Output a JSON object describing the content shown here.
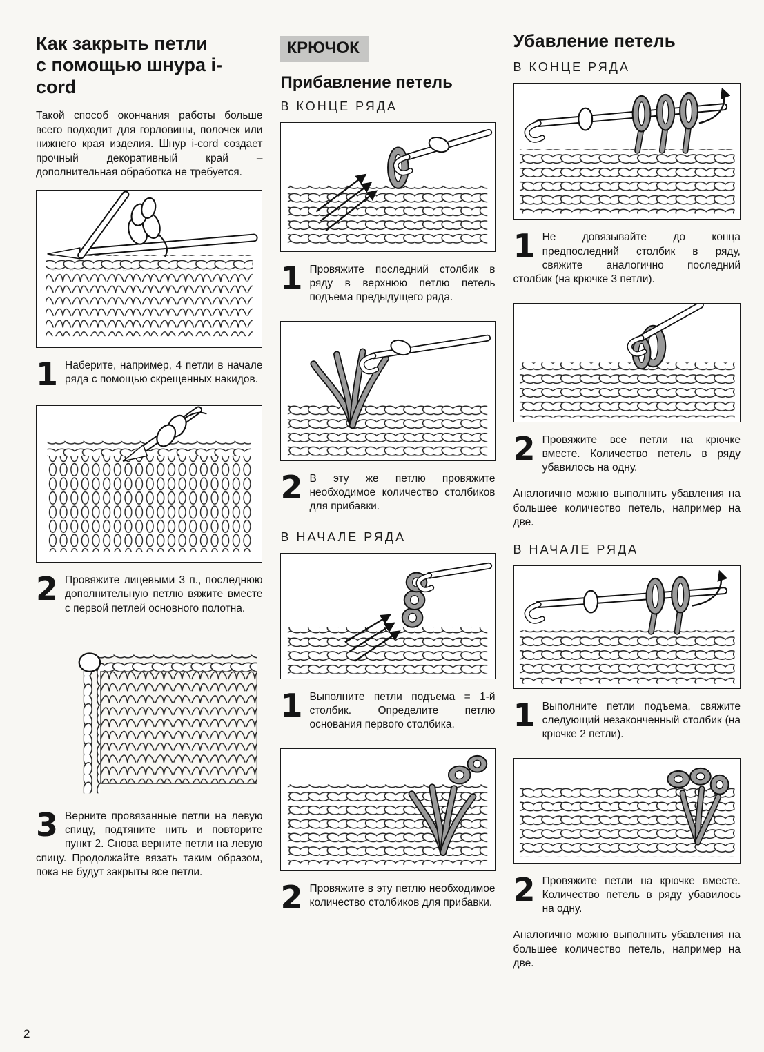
{
  "page_number": "2",
  "left_column": {
    "title_line1": "Как закрыть петли",
    "title_line2": "с помощью шнура i-cord",
    "intro": "Такой способ окончания работы больше всего подходит для горловины, полочек или нижнего края изделия. Шнур i-cord создает прочный декоративный край – дополнительная обработка не требуется.",
    "steps": [
      {
        "num": "1",
        "text": "Наберите, например, 4 петли в начале ряда с помощью скрещенных накидов."
      },
      {
        "num": "2",
        "text": "Провяжите лицевыми 3 п., последнюю дополнительную петлю вяжите вместе с первой петлей основного полотна."
      },
      {
        "num": "3",
        "text": "Верните провязанные петли на левую спицу, подтяните нить и повторите пункт 2. Снова верните петли на левую спицу. Продолжайте вязать таким образом, пока не будут закрыты все петли."
      }
    ]
  },
  "middle_column": {
    "kicker": "КРЮЧОК",
    "title": "Прибавление петель",
    "end_of_row": {
      "heading": "В КОНЦЕ РЯДА",
      "steps": [
        {
          "num": "1",
          "text": "Провяжите последний столбик в ряду в верхнюю петлю петель подъема предыдущего ряда."
        },
        {
          "num": "2",
          "text": "В эту же петлю провяжите необходимое количество столбиков для прибавки."
        }
      ]
    },
    "start_of_row": {
      "heading": "В НАЧАЛЕ РЯДА",
      "steps": [
        {
          "num": "1",
          "text": "Выполните петли подъема = 1-й столбик. Определите петлю основания первого столбика."
        },
        {
          "num": "2",
          "text": "Провяжите в эту петлю необходимое количество столбиков для прибавки."
        }
      ]
    }
  },
  "right_column": {
    "title": "Убавление петель",
    "end_of_row": {
      "heading": "В КОНЦЕ РЯДА",
      "steps": [
        {
          "num": "1",
          "text": "Не довязывайте до конца предпоследний столбик в ряду, свяжите аналогично последний столбик (на крючке 3 петли)."
        },
        {
          "num": "2",
          "text": "Провяжите все петли на крючке вместе. Количество петель в ряду убавилось на одну."
        }
      ],
      "note": "Аналогично можно выполнить убавления на большее количество петель, например на две."
    },
    "start_of_row": {
      "heading": "В НАЧАЛЕ РЯДА",
      "steps": [
        {
          "num": "1",
          "text": "Выполните петли подъема, свяжите следующий незаконченный столбик (на крючке 2 петли)."
        },
        {
          "num": "2",
          "text": "Провяжите петли на крючке вместе. Количество петель в ряду убавилось на одну."
        }
      ],
      "note": "Аналогично можно выполнить убавления на большее количество петель, например на две."
    }
  }
}
